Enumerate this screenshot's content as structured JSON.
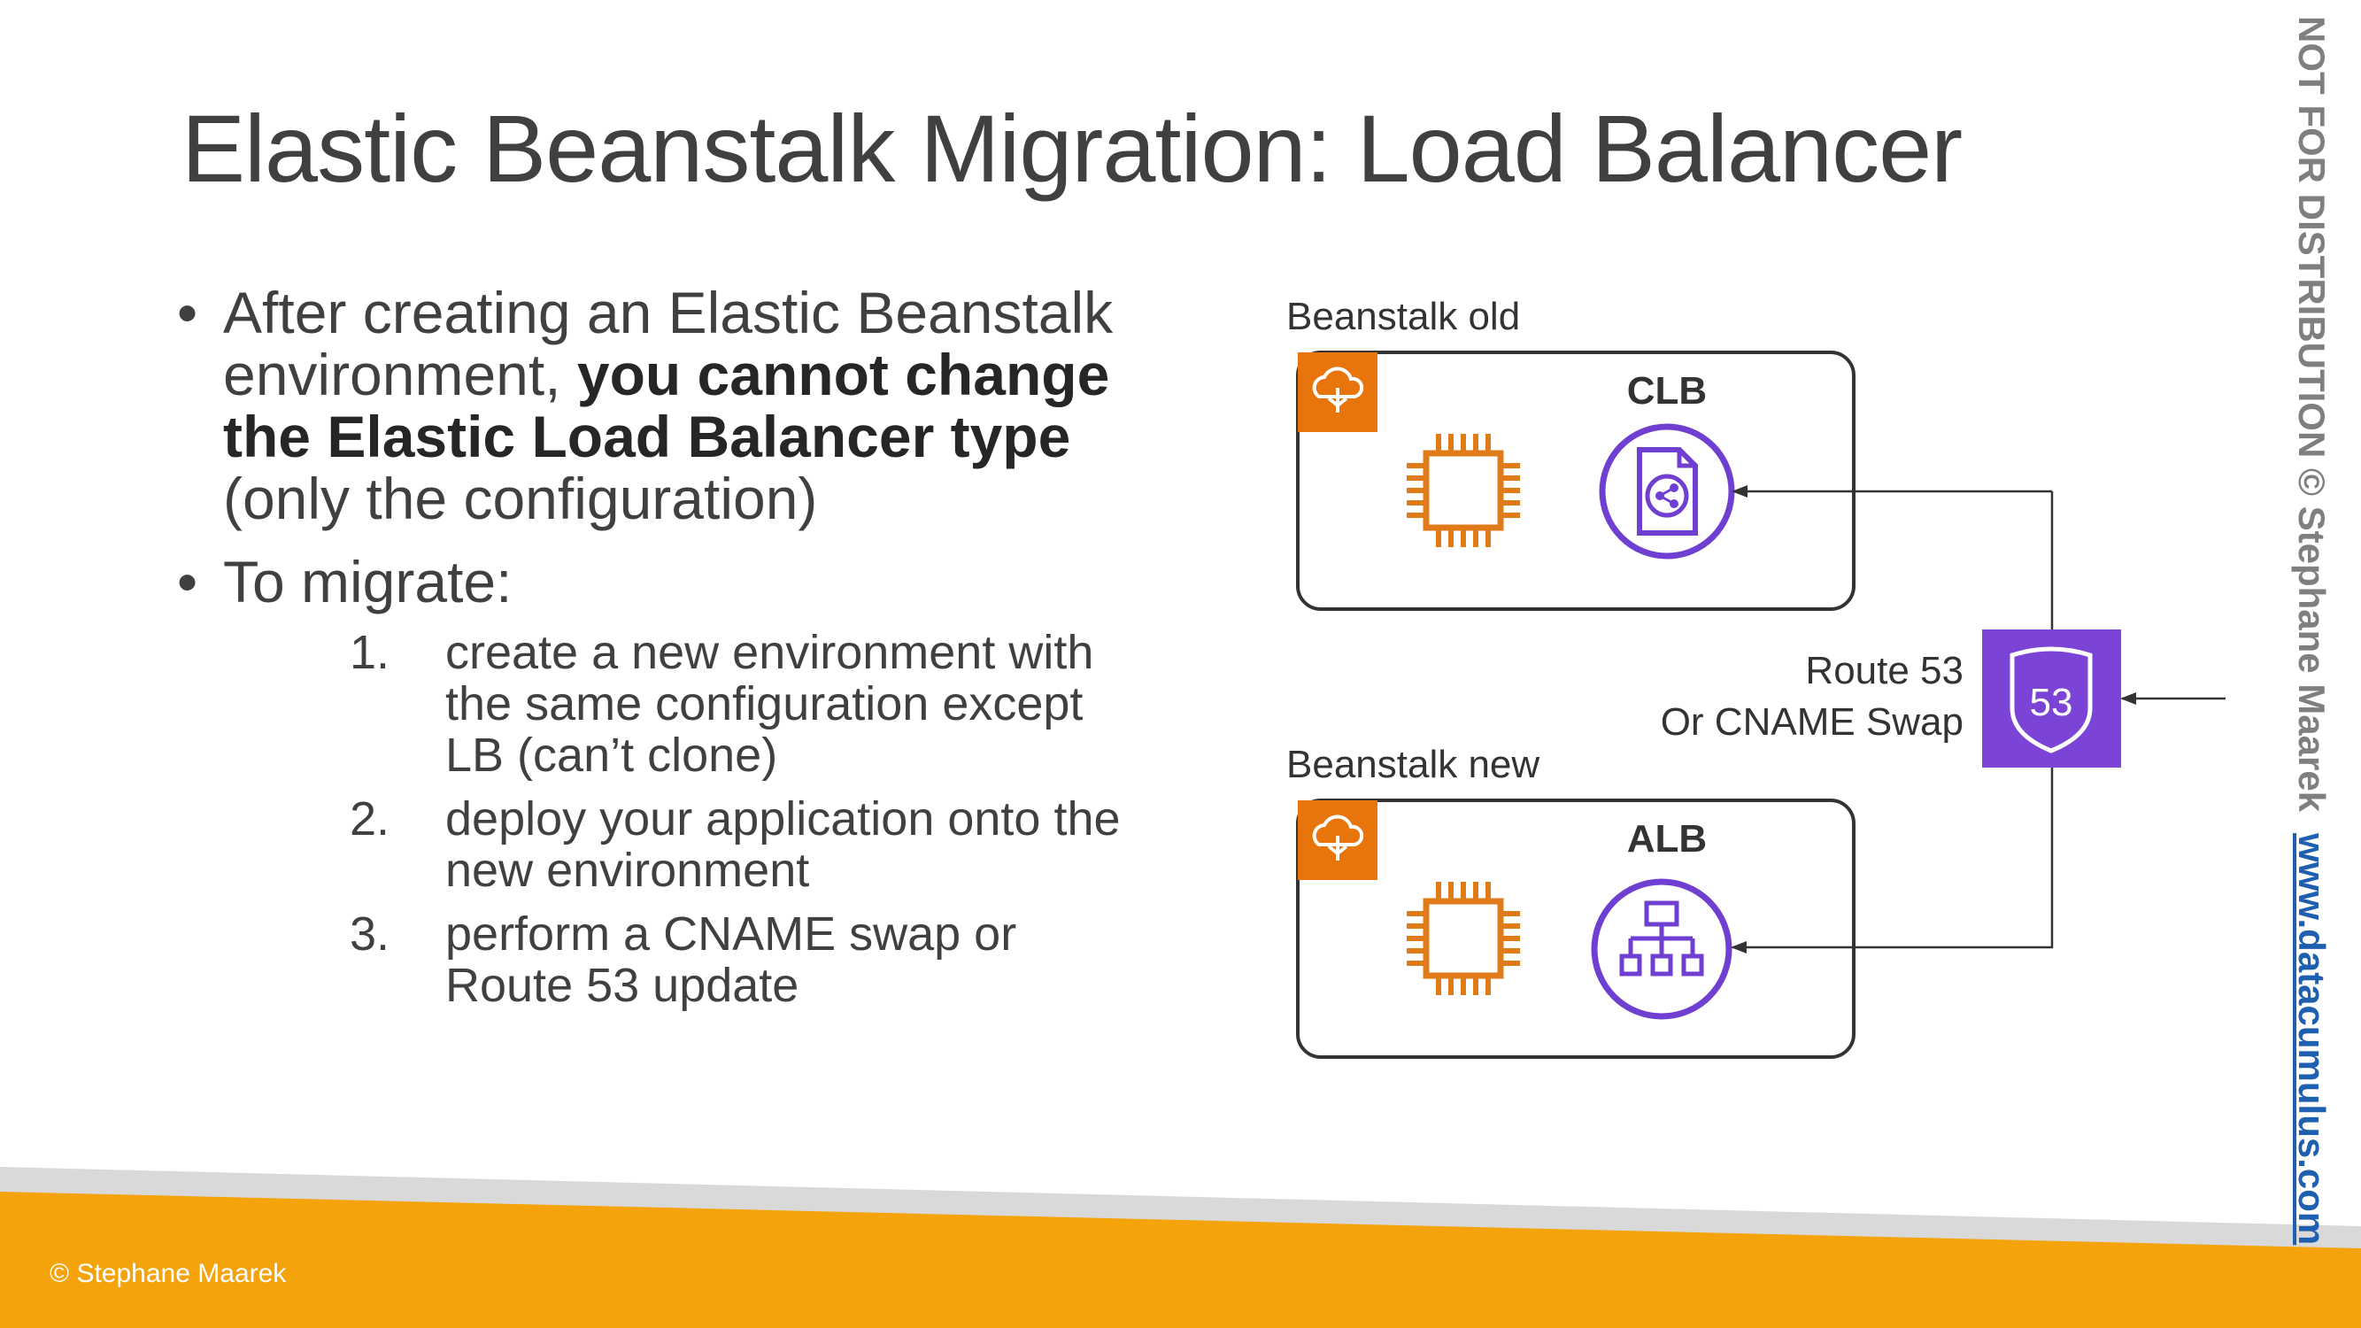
{
  "slide": {
    "title": "Elastic Beanstalk Migration: Load Balancer",
    "bullet1": {
      "prefix": "After creating an Elastic Beanstalk environment, ",
      "bold": "you cannot change the Elastic Load Balancer type",
      "suffix": " (only the configuration)"
    },
    "bullet2": "To migrate:",
    "steps": [
      {
        "num": "1.",
        "text": "create a new environment with the same configuration except LB (can’t clone)"
      },
      {
        "num": "2.",
        "text": "deploy your application onto the new environment"
      },
      {
        "num": "3.",
        "text": "perform a CNAME swap or Route 53 update"
      }
    ]
  },
  "diagram": {
    "env_old_label": "Beanstalk old",
    "env_new_label": "Beanstalk new",
    "old_lb_label": "CLB",
    "new_lb_label": "ALB",
    "route_label_line1": "Route 53",
    "route_label_line2": "Or CNAME Swap",
    "route53_icon_text": "53",
    "icons": [
      "elastic-beanstalk-icon",
      "ec2-instance-icon",
      "classic-load-balancer-icon",
      "application-load-balancer-icon",
      "route53-icon"
    ],
    "colors": {
      "orange": "#e07b1a",
      "purple": "#6f3fd1",
      "route53_bg": "#7b43d6",
      "box_border": "#333333"
    }
  },
  "watermark": {
    "text": "NOT FOR DISTRIBUTION © Stephane Maarek",
    "site": "www.datacumulus.com"
  },
  "footer": {
    "copyright": "© Stephane Maarek",
    "colors": {
      "gray_band": "#d9d9d9",
      "orange_band": "#f5a30a"
    }
  }
}
